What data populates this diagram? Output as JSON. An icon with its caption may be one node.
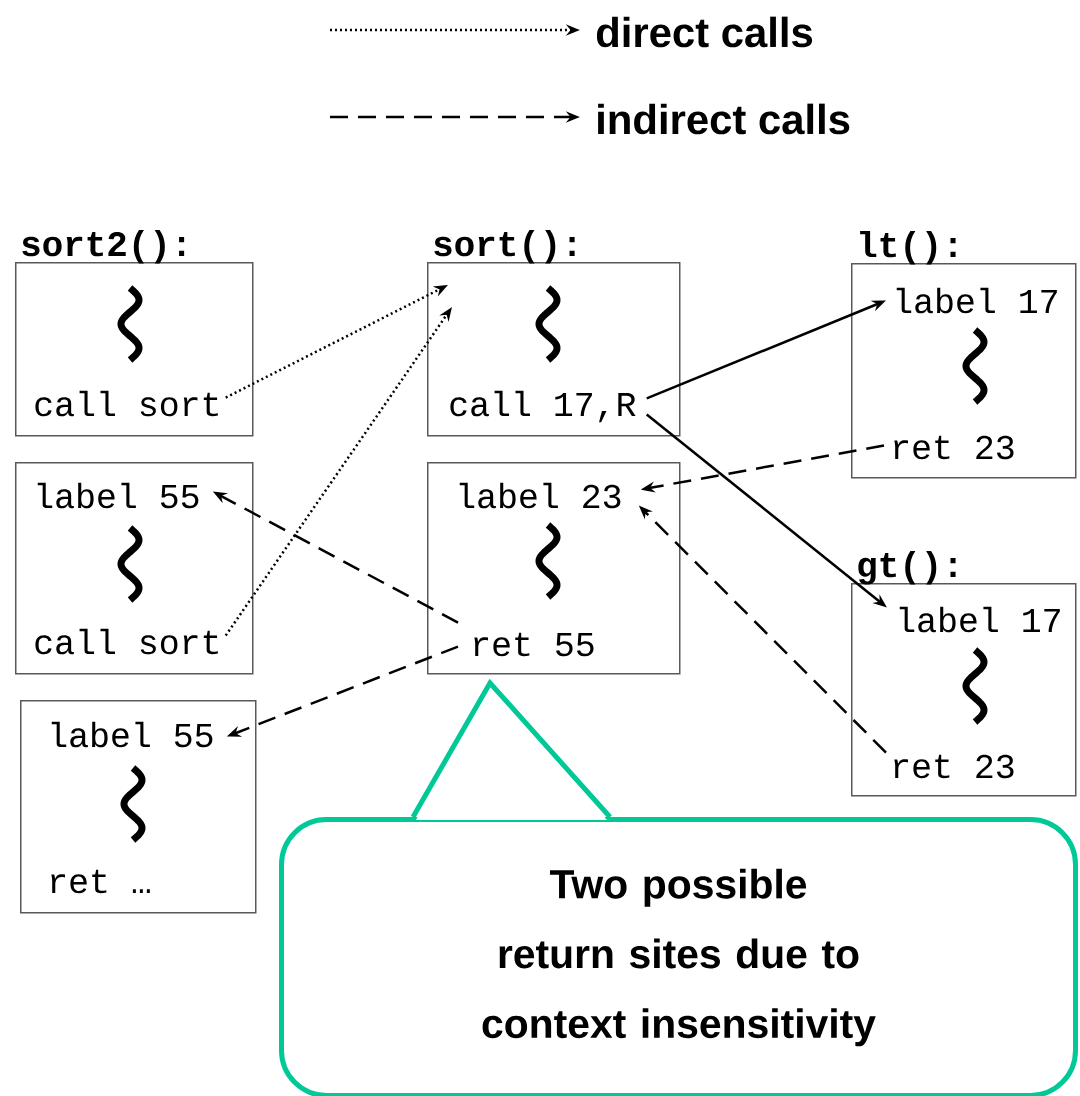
{
  "diagram": {
    "nodes": [
      {
        "text": [
          "sort2():"
        ]
      },
      {
        "text": [
          "call sort"
        ],
        "in": 0
      },
      {
        "text": [],
        "shape": "box"
      },
      {
        "text": [
          "label 55"
        ],
        "in": 2
      },
      {
        "text": [
          "call sort"
        ],
        "in": 2
      },
      {
        "text": [],
        "shape": "box"
      },
      {
        "text": [
          "label 55"
        ],
        "in": 5
      },
      {
        "text": [
          "ret …"
        ],
        "in": 5
      },
      {
        "text": [
          "sort():"
        ]
      },
      {
        "text": [
          "call 17,R"
        ],
        "in": 8
      },
      {
        "text": [],
        "shape": "box"
      },
      {
        "text": [
          "label 23"
        ],
        "in": 10
      },
      {
        "text": [
          "ret 55"
        ],
        "in": 10
      },
      {
        "text": [
          "lt():"
        ]
      },
      {
        "text": [
          "label 17"
        ],
        "in": 13
      },
      {
        "text": [
          "ret 23"
        ],
        "in": 13
      },
      {
        "text": [
          "gt():"
        ]
      },
      {
        "text": [
          "label 17"
        ],
        "in": 16
      },
      {
        "text": [
          "ret 23"
        ],
        "in": 16
      },
      {
        "text": [
          "Two possible return sites due to context insensitivity"
        ]
      }
    ],
    "edges": [
      {
        "from": 1,
        "to": 8,
        "arrow": "to",
        "style": "dashed"
      },
      {
        "from": 4,
        "to": 8,
        "arrow": "to",
        "style": "dashed"
      },
      {
        "from": 9,
        "to": 14,
        "arrow": "to"
      },
      {
        "from": 9,
        "to": 17,
        "arrow": "to"
      },
      {
        "from": 15,
        "to": 11,
        "arrow": "to",
        "style": "dashed"
      },
      {
        "from": 18,
        "to": 11,
        "arrow": "to",
        "style": "dashed"
      },
      {
        "from": 12,
        "to": 3,
        "arrow": "to",
        "style": "dashed"
      },
      {
        "from": 12,
        "to": 6,
        "arrow": "to",
        "style": "dashed"
      }
    ],
    "legend": [
      {
        "text": "direct calls"
      },
      {
        "text": "indirect calls"
      }
    ]
  }
}
